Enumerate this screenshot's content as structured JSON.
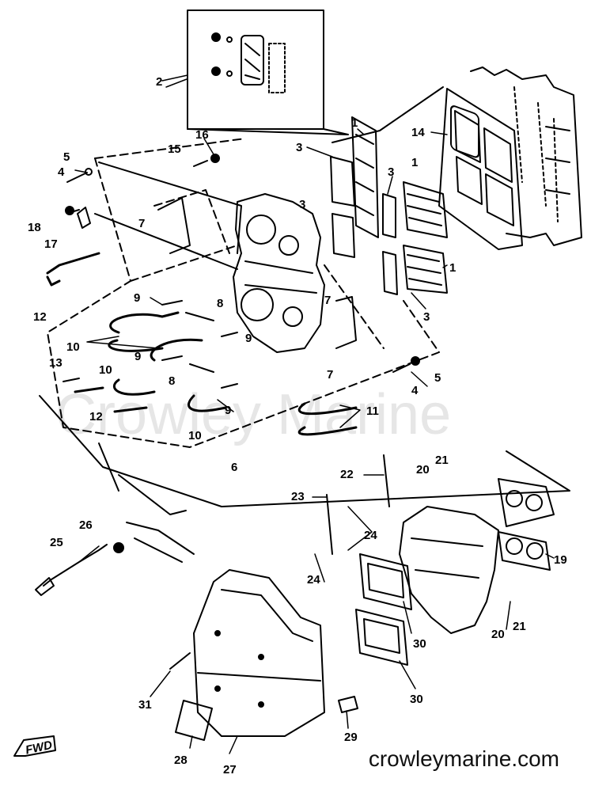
{
  "watermark_text": "Crowley Marine",
  "footer_text": "crowleymarine.com",
  "fwd_label": "FWD",
  "callouts": [
    {
      "id": "c1a",
      "text": "1"
    },
    {
      "id": "c1b",
      "text": "1"
    },
    {
      "id": "c1c",
      "text": "1"
    },
    {
      "id": "c2",
      "text": "2"
    },
    {
      "id": "c3a",
      "text": "3"
    },
    {
      "id": "c3b",
      "text": "3"
    },
    {
      "id": "c3c",
      "text": "3"
    },
    {
      "id": "c3d",
      "text": "3"
    },
    {
      "id": "c4a",
      "text": "4"
    },
    {
      "id": "c4b",
      "text": "4"
    },
    {
      "id": "c5a",
      "text": "5"
    },
    {
      "id": "c5b",
      "text": "5"
    },
    {
      "id": "c6",
      "text": "6"
    },
    {
      "id": "c7a",
      "text": "7"
    },
    {
      "id": "c7b",
      "text": "7"
    },
    {
      "id": "c7c",
      "text": "7"
    },
    {
      "id": "c8a",
      "text": "8"
    },
    {
      "id": "c8b",
      "text": "8"
    },
    {
      "id": "c9a",
      "text": "9"
    },
    {
      "id": "c9b",
      "text": "9"
    },
    {
      "id": "c9c",
      "text": "9"
    },
    {
      "id": "c9d",
      "text": "9"
    },
    {
      "id": "c10a",
      "text": "10"
    },
    {
      "id": "c10b",
      "text": "10"
    },
    {
      "id": "c10c",
      "text": "10"
    },
    {
      "id": "c11",
      "text": "11"
    },
    {
      "id": "c12a",
      "text": "12"
    },
    {
      "id": "c12b",
      "text": "12"
    },
    {
      "id": "c13",
      "text": "13"
    },
    {
      "id": "c14",
      "text": "14"
    },
    {
      "id": "c15",
      "text": "15"
    },
    {
      "id": "c16",
      "text": "16"
    },
    {
      "id": "c17",
      "text": "17"
    },
    {
      "id": "c18",
      "text": "18"
    },
    {
      "id": "c19",
      "text": "19"
    },
    {
      "id": "c20a",
      "text": "20"
    },
    {
      "id": "c20b",
      "text": "20"
    },
    {
      "id": "c21a",
      "text": "21"
    },
    {
      "id": "c21b",
      "text": "21"
    },
    {
      "id": "c22",
      "text": "22"
    },
    {
      "id": "c23",
      "text": "23"
    },
    {
      "id": "c24a",
      "text": "24"
    },
    {
      "id": "c24b",
      "text": "24"
    },
    {
      "id": "c25",
      "text": "25"
    },
    {
      "id": "c26",
      "text": "26"
    },
    {
      "id": "c27",
      "text": "27"
    },
    {
      "id": "c28",
      "text": "28"
    },
    {
      "id": "c29",
      "text": "29"
    },
    {
      "id": "c30a",
      "text": "30"
    },
    {
      "id": "c30b",
      "text": "30"
    },
    {
      "id": "c31",
      "text": "31"
    }
  ]
}
